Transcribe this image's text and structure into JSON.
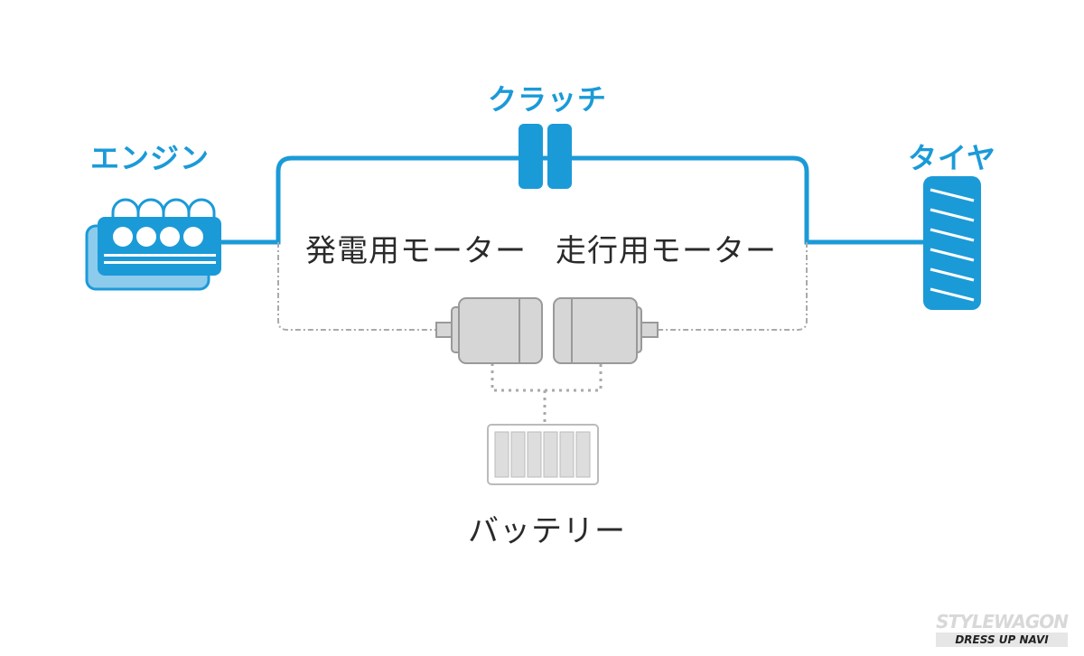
{
  "labels": {
    "engine": "エンジン",
    "clutch": "クラッチ",
    "tire": "タイヤ",
    "generator_motor": "発電用モーター",
    "drive_motor": "走行用モーター",
    "battery": "バッテリー"
  },
  "watermark": {
    "line1": "STYLEWAGON",
    "line2": "DRESS UP NAVI"
  },
  "colors": {
    "accent": "#1b9ad8",
    "gray": "#cfcfcf"
  }
}
